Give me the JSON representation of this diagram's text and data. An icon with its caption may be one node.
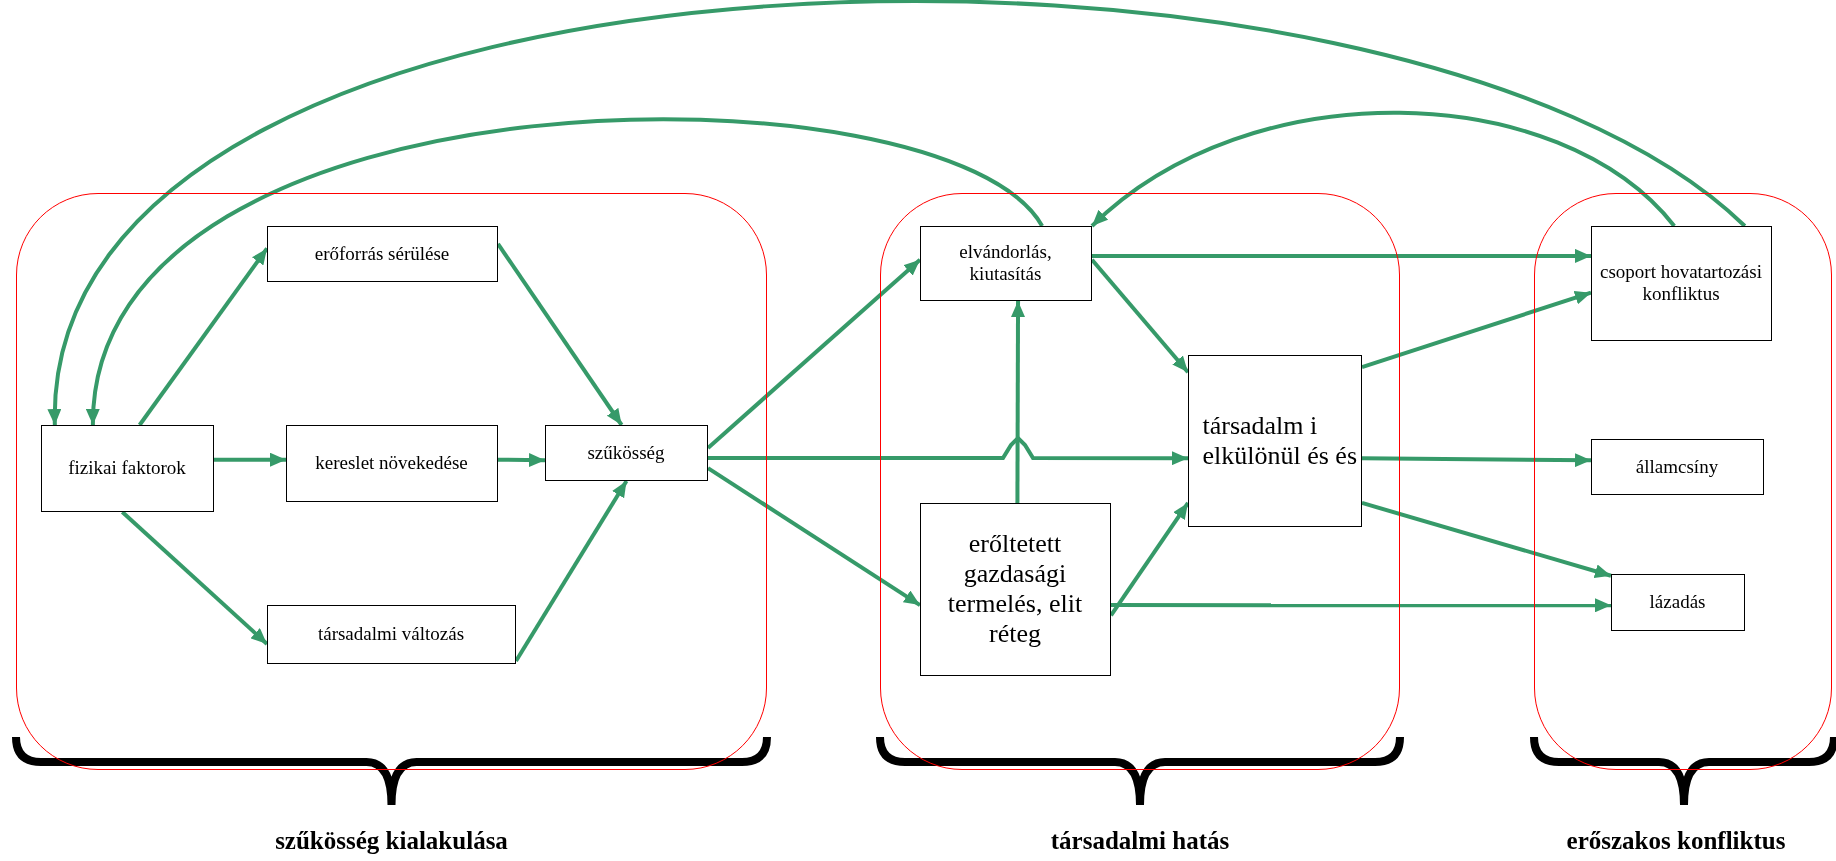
{
  "diagram": {
    "nodes": [
      {
        "text": [],
        "shape": "box"
      },
      {
        "text": [
          "fizikai faktorok"
        ],
        "in": 0
      },
      {
        "text": [
          "erőforrás sérülése"
        ],
        "in": 0
      },
      {
        "text": [
          "kereslet növekedése"
        ],
        "in": 0
      },
      {
        "text": [
          "társadalmi változás"
        ],
        "in": 0
      },
      {
        "text": [
          "szűkösség"
        ],
        "in": 0
      },
      {
        "text": [],
        "shape": "box"
      },
      {
        "text": [
          "elvándorlás, kiutasítás"
        ],
        "in": 6
      },
      {
        "text": [
          "társadalm i elkülönül és és"
        ],
        "in": 6
      },
      {
        "text": [
          "erőltetett gazdasági termelés, elit réteg"
        ],
        "in": 6
      },
      {
        "text": [],
        "shape": "box"
      },
      {
        "text": [
          "csoport hovatartozási konfliktus"
        ],
        "in": 10
      },
      {
        "text": [
          "államcsíny"
        ],
        "in": 10
      },
      {
        "text": [
          "lázadás"
        ],
        "in": 10
      }
    ],
    "edges": [
      {
        "from": 1,
        "to": 2,
        "arrow": "to"
      },
      {
        "from": 1,
        "to": 3,
        "arrow": "to"
      },
      {
        "from": 1,
        "to": 4,
        "arrow": "to"
      },
      {
        "from": 2,
        "to": 5,
        "arrow": "to"
      },
      {
        "from": 3,
        "to": 5,
        "arrow": "to"
      },
      {
        "from": 4,
        "to": 5,
        "arrow": "to"
      },
      {
        "from": 5,
        "to": 7,
        "arrow": "to"
      },
      {
        "from": 5,
        "to": 8,
        "arrow": "to"
      },
      {
        "from": 5,
        "to": 9,
        "arrow": "to"
      },
      {
        "from": 9,
        "to": 7,
        "arrow": "to"
      },
      {
        "from": 7,
        "to": 8,
        "arrow": "to"
      },
      {
        "from": 7,
        "to": 11,
        "arrow": "to"
      },
      {
        "from": 9,
        "to": 8,
        "arrow": "to"
      },
      {
        "from": 9,
        "to": 13,
        "arrow": "to"
      },
      {
        "from": 8,
        "to": 11,
        "arrow": "to"
      },
      {
        "from": 8,
        "to": 12,
        "arrow": "to"
      },
      {
        "from": 8,
        "to": 13,
        "arrow": "to"
      },
      {
        "from": 7,
        "to": 1,
        "arrow": "to"
      },
      {
        "from": 11,
        "to": 7,
        "arrow": "to"
      },
      {
        "from": 11,
        "to": 1,
        "arrow": "to"
      }
    ],
    "labels": [
      "szűkösség kialakulása",
      "társadalmi hatás",
      "erőszakos konfliktus"
    ]
  }
}
